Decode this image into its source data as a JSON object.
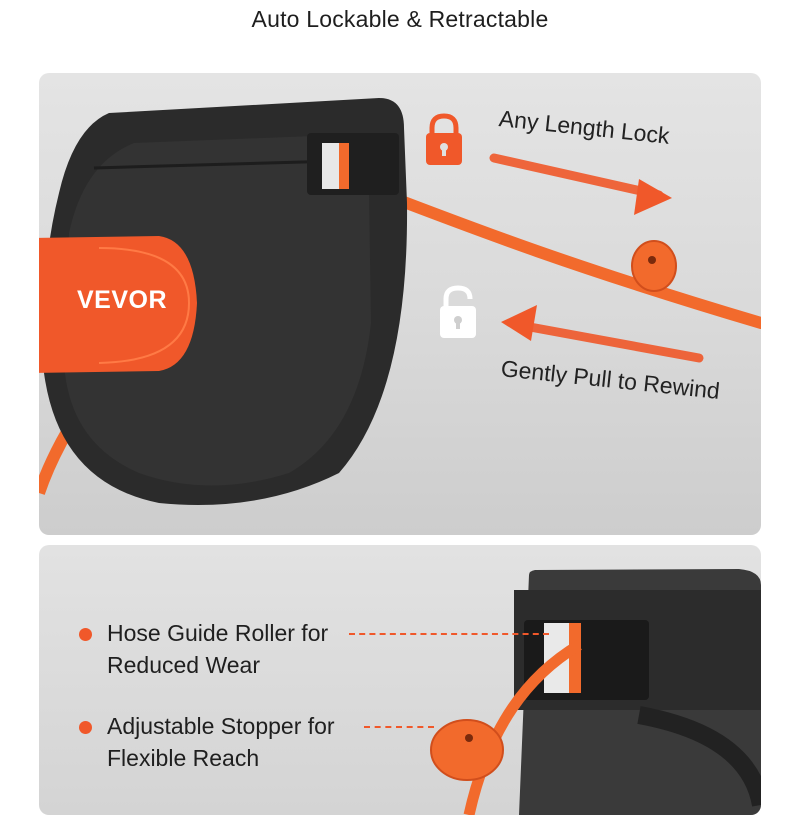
{
  "header": {
    "title": "Auto Lockable & Retractable"
  },
  "top_panel": {
    "brand": "VEVOR",
    "lock_label": "Any Length Lock",
    "unlock_label": "Gently Pull to Rewind"
  },
  "bottom_panel": {
    "features": [
      {
        "line1": "Hose Guide Roller for",
        "line2": "Reduced Wear"
      },
      {
        "line1": "Adjustable Stopper for",
        "line2": "Flexible Reach"
      }
    ]
  },
  "colors": {
    "accent": "#f0582a",
    "reel_body": "#2c2c2c",
    "hose": "#f26a2c"
  },
  "icons": [
    "lock-closed-icon",
    "lock-open-icon",
    "arrow-right-icon",
    "arrow-left-icon"
  ]
}
